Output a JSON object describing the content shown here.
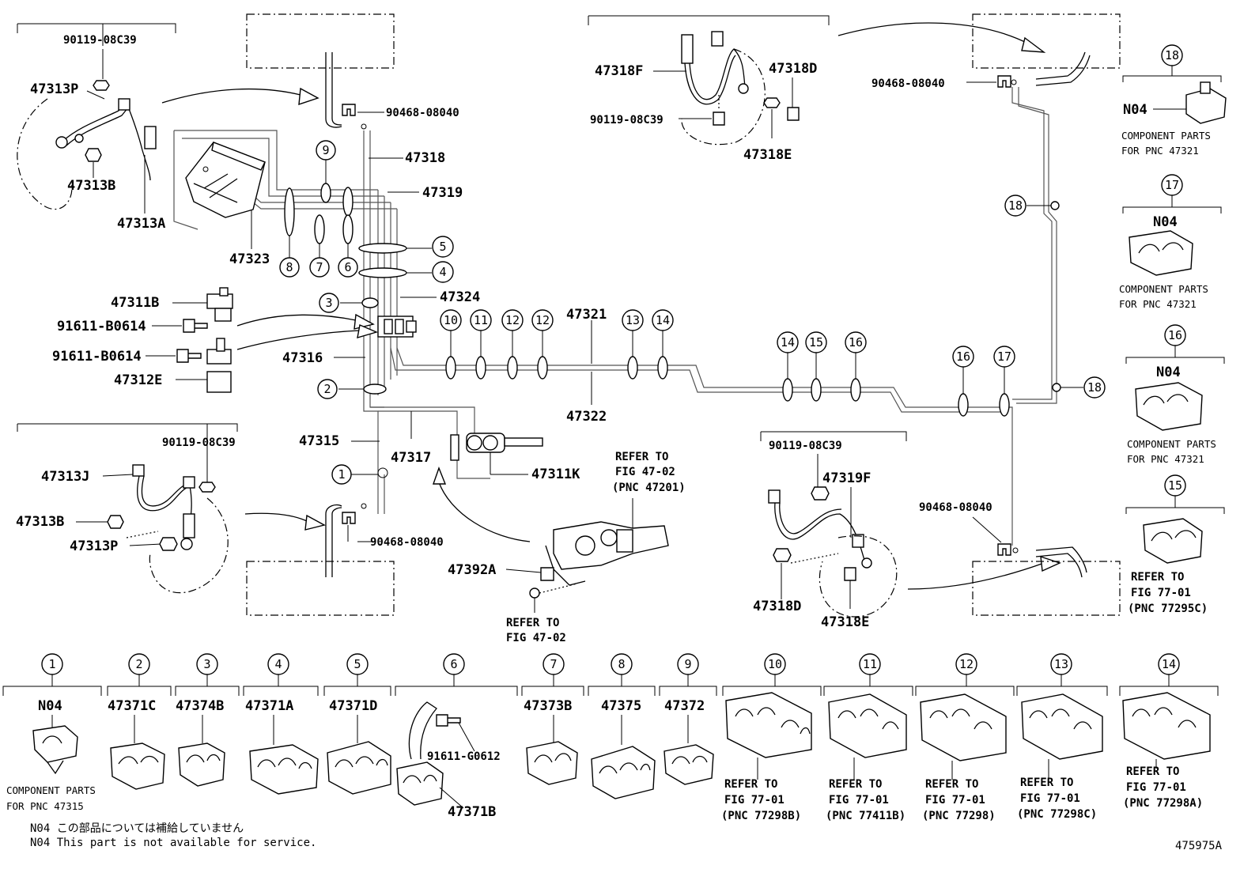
{
  "figure_id": "475975A",
  "notes": {
    "jp": "N04 この部品については補給していません",
    "en": "N04 This part is not available for service."
  },
  "labels": {
    "p90119_08C39_a": "90119-08C39",
    "p47313P_a": "47313P",
    "p47313B_a": "47313B",
    "p47313A": "47313A",
    "p90468_08040_a": "90468-08040",
    "p47318": "47318",
    "p47319": "47319",
    "p47323": "47323",
    "p47324": "47324",
    "p47311B": "47311B",
    "p91611_B0614_a": "91611-B0614",
    "p91611_B0614_b": "91611-B0614",
    "p47316": "47316",
    "p47312E": "47312E",
    "p47321": "47321",
    "p47322": "47322",
    "p90119_08C39_b": "90119-08C39",
    "p47313J": "47313J",
    "p47313B_b": "47313B",
    "p47313P_b": "47313P",
    "p47315": "47315",
    "p47317": "47317",
    "p47311K": "47311K",
    "p90468_08040_b": "90468-08040",
    "p47392A": "47392A",
    "p47318F": "47318F",
    "p47318D_a": "47318D",
    "p90119_08C39_c": "90119-08C39",
    "p47318E_a": "47318E",
    "p90468_08040_c": "90468-08040",
    "p90119_08C39_d": "90119-08C39",
    "p47319F": "47319F",
    "p47318D_b": "47318D",
    "p47318E_b": "47318E",
    "p90468_08040_d": "90468-08040",
    "p91611_G0612": "91611-G0612",
    "p47371B": "47371B"
  },
  "refers": {
    "master_cyl": [
      "REFER TO",
      "FIG 47-02",
      "(PNC 47201)"
    ],
    "bracket": [
      "REFER TO",
      "FIG 47-02"
    ],
    "right_15": [
      "REFER TO",
      "FIG 77-01",
      "(PNC 77295C)"
    ]
  },
  "component_notes": {
    "n18": [
      "COMPONENT PARTS",
      "FOR PNC 47321"
    ],
    "n17": [
      "COMPONENT PARTS",
      "FOR PNC 47321"
    ],
    "n16": [
      "COMPONENT PARTS",
      "FOR PNC 47321"
    ]
  },
  "callouts": {
    "c1": "1",
    "c2": "2",
    "c3": "3",
    "c4": "4",
    "c5": "5",
    "c6": "6",
    "c7": "7",
    "c8": "8",
    "c9": "9",
    "c10": "10",
    "c11": "11",
    "c12a": "12",
    "c12b": "12",
    "c13": "13",
    "c14a": "14",
    "c14b": "14",
    "c15": "15",
    "c16": "16",
    "c16b": "16",
    "c17": "17",
    "c18a": "18",
    "c18b": "18",
    "r18": "18",
    "r17": "17",
    "r16": "16",
    "r15": "15"
  },
  "side_n04": {
    "n18": "N04",
    "n17": "N04",
    "n16": "N04"
  },
  "bottom_row": [
    {
      "num": "1",
      "part": "N04",
      "note": [
        "COMPONENT PARTS",
        "FOR PNC 47315"
      ]
    },
    {
      "num": "2",
      "part": "47371C"
    },
    {
      "num": "3",
      "part": "47374B"
    },
    {
      "num": "4",
      "part": "47371A"
    },
    {
      "num": "5",
      "part": "47371D"
    },
    {
      "num": "6",
      "part": ""
    },
    {
      "num": "7",
      "part": "47373B"
    },
    {
      "num": "8",
      "part": "47375"
    },
    {
      "num": "9",
      "part": "47372"
    },
    {
      "num": "10",
      "refer": [
        "REFER TO",
        "FIG 77-01",
        "(PNC 77298B)"
      ]
    },
    {
      "num": "11",
      "refer": [
        "REFER TO",
        "FIG 77-01",
        "(PNC 77411B)"
      ]
    },
    {
      "num": "12",
      "refer": [
        "REFER TO",
        "FIG 77-01",
        "(PNC 77298)"
      ]
    },
    {
      "num": "13",
      "refer": [
        "REFER TO",
        "FIG 77-01",
        "(PNC 77298C)"
      ]
    },
    {
      "num": "14",
      "refer": [
        "REFER TO",
        "FIG 77-01",
        "(PNC 77298A)"
      ]
    }
  ]
}
